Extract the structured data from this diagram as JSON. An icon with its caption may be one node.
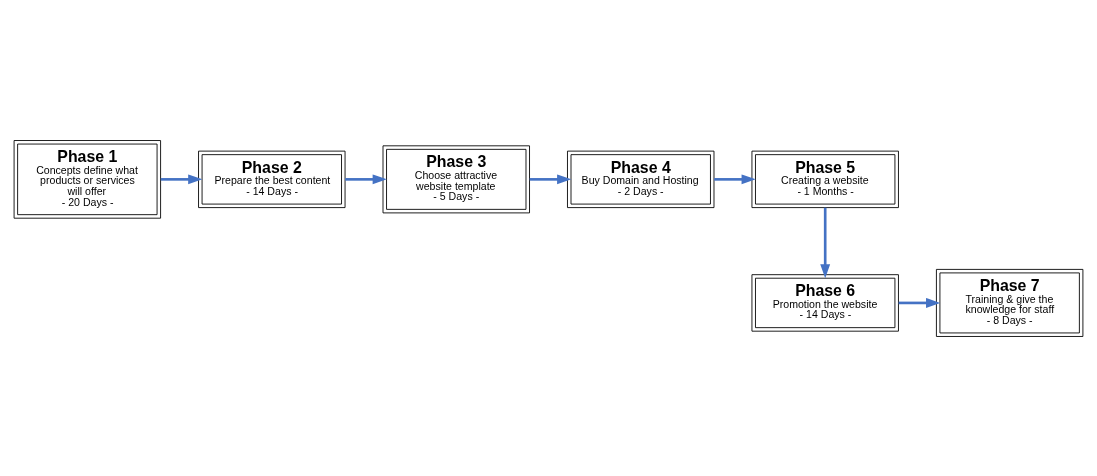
{
  "diagram": {
    "nodes": [
      {
        "text": [
          "Phase 1",
          "Concepts define what products or services will offer",
          "- 20 Days -"
        ]
      },
      {
        "text": [
          "Phase 2",
          "Prepare the best content",
          "- 14 Days -"
        ]
      },
      {
        "text": [
          "Phase 3",
          "Choose attractive website template",
          "- 5 Days -"
        ]
      },
      {
        "text": [
          "Phase 4",
          "Buy Domain and Hosting",
          "- 2 Days -"
        ]
      },
      {
        "text": [
          "Phase 5",
          "Creating a website",
          "- 1 Months -"
        ]
      },
      {
        "text": [
          "Phase 6",
          "Promotion the website",
          "- 14 Days -"
        ]
      },
      {
        "text": [
          "Phase 7",
          "Training & give the knowledge for staff",
          "- 8 Days -"
        ]
      }
    ],
    "edges": [
      {
        "from": 0,
        "to": 1,
        "arrow": "to"
      },
      {
        "from": 1,
        "to": 2,
        "arrow": "to"
      },
      {
        "from": 2,
        "to": 3,
        "arrow": "to"
      },
      {
        "from": 3,
        "to": 4,
        "arrow": "to"
      },
      {
        "from": 4,
        "to": 5,
        "arrow": "to"
      },
      {
        "from": 5,
        "to": 6,
        "arrow": "to"
      }
    ]
  }
}
